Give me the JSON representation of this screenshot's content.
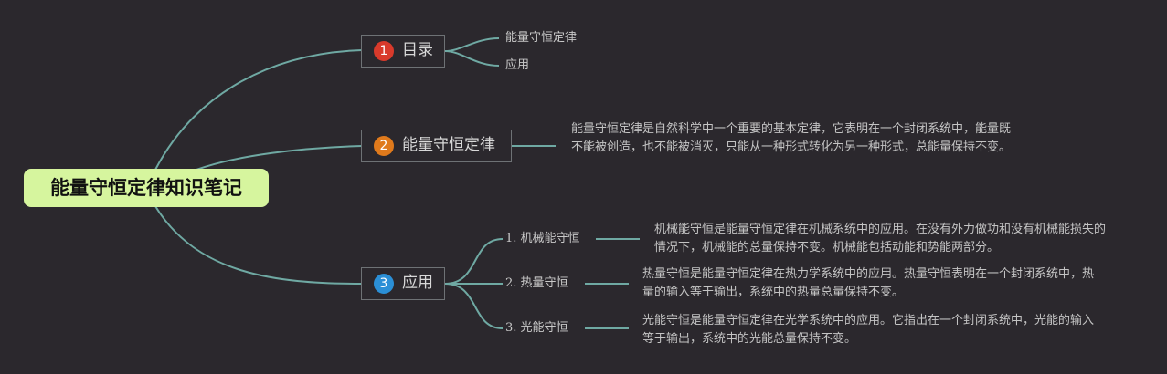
{
  "root": {
    "label": "能量守恒定律知识笔记",
    "color": "#d6f59e"
  },
  "branches": [
    {
      "number": "1",
      "label": "目录",
      "badge_color": "#d93a2b",
      "children": [
        "能量守恒定律",
        "应用"
      ]
    },
    {
      "number": "2",
      "label": "能量守恒定律",
      "badge_color": "#e07a1c",
      "description": "能量守恒定律是自然科学中一个重要的基本定律，它表明在一个封闭系统中，能量既不能被创造，也不能被消灭，只能从一种形式转化为另一种形式，总能量保持不变。"
    },
    {
      "number": "3",
      "label": "应用",
      "badge_color": "#2b8fd6",
      "children": [
        {
          "label": "1. 机械能守恒",
          "description": "机械能守恒是能量守恒定律在机械系统中的应用。在没有外力做功和没有机械能损失的情况下，机械能的总量保持不变。机械能包括动能和势能两部分。"
        },
        {
          "label": "2. 热量守恒",
          "description": "热量守恒是能量守恒定律在热力学系统中的应用。热量守恒表明在一个封闭系统中，热量的输入等于输出，系统中的热量总量保持不变。"
        },
        {
          "label": "3. 光能守恒",
          "description": "光能守恒是能量守恒定律在光学系统中的应用。它指出在一个封闭系统中，光能的输入等于输出，系统中的光能总量保持不变。"
        }
      ]
    }
  ],
  "link_color": "#6fa9a3"
}
